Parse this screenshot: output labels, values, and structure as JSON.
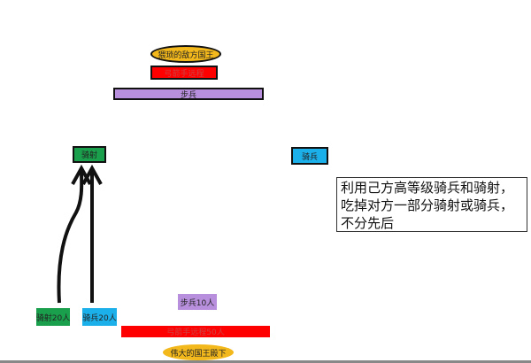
{
  "enemy": {
    "king": "猥琐的敌方国王",
    "archers": "弓箭手远程",
    "infantry": "步兵"
  },
  "own": {
    "horse_archer": "骑射",
    "cavalry": "骑兵",
    "horse_archer_20": "骑射20人",
    "cavalry_20": "骑兵20人",
    "infantry_10": "步兵10人",
    "archers_50": "弓箭手远程50人",
    "king": "伟大的国王殿下"
  },
  "note": {
    "line1": "利用己方高等级骑兵和骑射，",
    "line2": "吃掉对方一部分骑射或骑兵，",
    "line3": "不分先后"
  },
  "colors": {
    "gold": "#f2b81c",
    "red": "#ff0000",
    "purple": "#b78fdc",
    "green": "#1aa04c",
    "blue": "#1cb0ea"
  }
}
